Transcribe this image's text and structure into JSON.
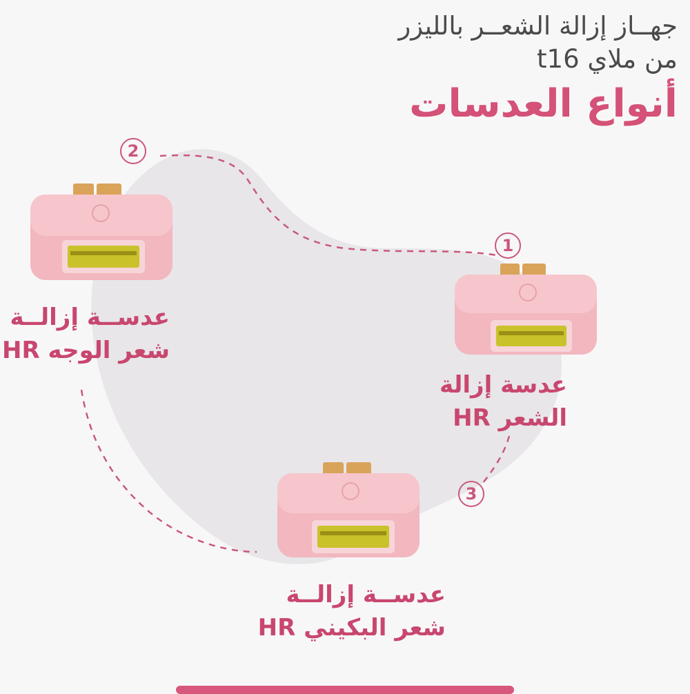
{
  "header": {
    "subtitle_line1": "جهــاز إزالة الشعــر بالليزر",
    "subtitle_line2": "من ملاي t16",
    "title": "أنواع العدسات"
  },
  "items": [
    {
      "number": "1",
      "label_line1": "عدسة إزالة",
      "label_line2": "الشعر HR"
    },
    {
      "number": "2",
      "label_line1": "عدســة إزالــة",
      "label_line2": "شعر الوجه HR"
    },
    {
      "number": "3",
      "label_line1": "عدســة إزالــة",
      "label_line2": "شعر البكيني HR"
    }
  ],
  "colors": {
    "accent": "#d45177",
    "lens_body": "#f2b7bf",
    "lens_window": "#c9c22a",
    "connector": "#d9a35a",
    "blob": "#e9e6e9"
  }
}
